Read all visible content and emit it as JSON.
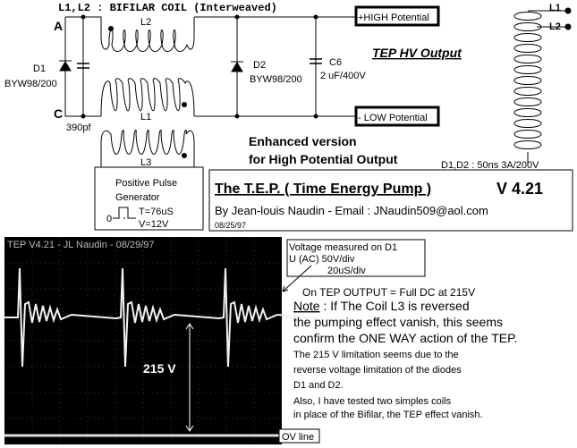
{
  "schematic": {
    "title": "L1,L2 : BIFILAR COIL (Interweaved)",
    "node_a": "A",
    "node_c": "C",
    "d1_label": "D1",
    "d1_part": "BYW98/200",
    "cap1_label": "390pf",
    "l2_label": "L2",
    "l1_label": "L1",
    "l3_label": "L3",
    "d2_label": "D2",
    "d2_part": "BYW98/200",
    "c6_label": "C6",
    "c6_value": "2 uF/400V",
    "high_terminal": "+HIGH Potential",
    "low_terminal": "- LOW Potential",
    "output_title": "TEP HV Output",
    "enhanced_line1": "Enhanced version",
    "enhanced_line2": "for High Potential Output",
    "generator_line1": "Positive Pulse",
    "generator_line2": "Generator",
    "generator_zero": "0",
    "generator_period": "T=76uS",
    "generator_voltage": "V=12V",
    "side_coil_l1": "L1",
    "side_coil_l2": "L2",
    "diode_spec": "D1,D2 : 50ns 3A/200V"
  },
  "title_box": {
    "title": "The T.E.P.  ( Time Energy Pump )",
    "version": "V 4.21",
    "author": "By Jean-louis Naudin - Email :  JNaudin509@aol.com",
    "date": "08/25/97"
  },
  "scope": {
    "header": "TEP V4.21 - JL Naudin - 08/29/97",
    "voltage_label": "215 V",
    "zero_line": "OV line",
    "annotation": [
      "Voltage measured on D1",
      "U (AC) 50V/div",
      "20uS/div"
    ]
  },
  "notes": {
    "output": "On TEP OUTPUT = Full DC at 215V",
    "note_label": "Note",
    "note_rest": " : If The Coil L3 is reversed",
    "line2": "the pumping effect vanish, this seems",
    "line3": "confirm the ONE WAY action of the TEP.",
    "line4": "The 215 V limitation seems due to the",
    "line5": "reverse voltage limitation of the diodes",
    "line6": "D1 and D2.",
    "line7": "Also, I have tested two simples coils",
    "line8": "in place of the Bifilar, the TEP effect vanish."
  }
}
